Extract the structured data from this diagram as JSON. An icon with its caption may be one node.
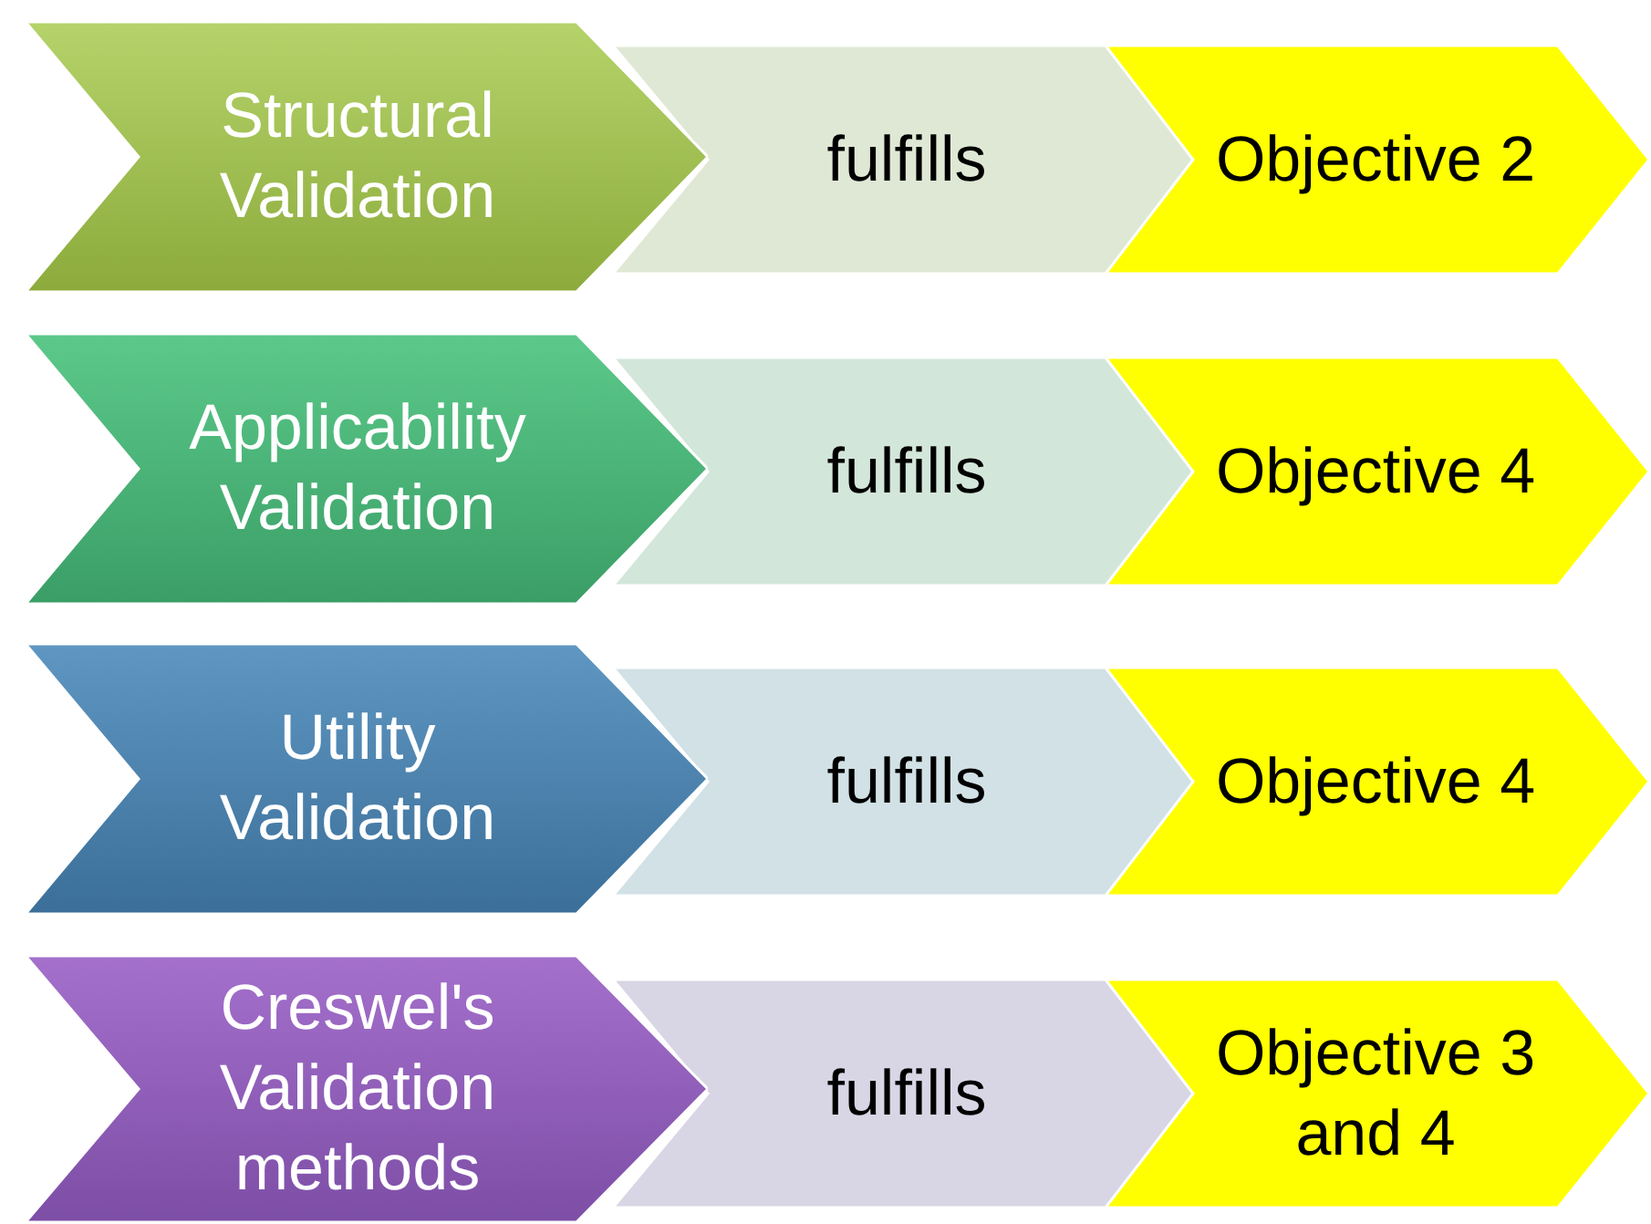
{
  "diagram": {
    "nodes": [
      {
        "text": [
          "Structural Validation"
        ]
      },
      {
        "text": [
          "fulfills"
        ]
      },
      {
        "text": [
          "Objective 2"
        ]
      },
      {
        "text": [
          "Applicability Validation"
        ]
      },
      {
        "text": [
          "fulfills"
        ]
      },
      {
        "text": [
          "Objective 4"
        ]
      },
      {
        "text": [
          "Utility Validation"
        ]
      },
      {
        "text": [
          "fulfills"
        ]
      },
      {
        "text": [
          "Objective 4"
        ]
      },
      {
        "text": [
          "Creswel's Validation methods"
        ]
      },
      {
        "text": [
          "fulfills"
        ]
      },
      {
        "text": [
          "Objective 3 and 4"
        ]
      }
    ]
  }
}
